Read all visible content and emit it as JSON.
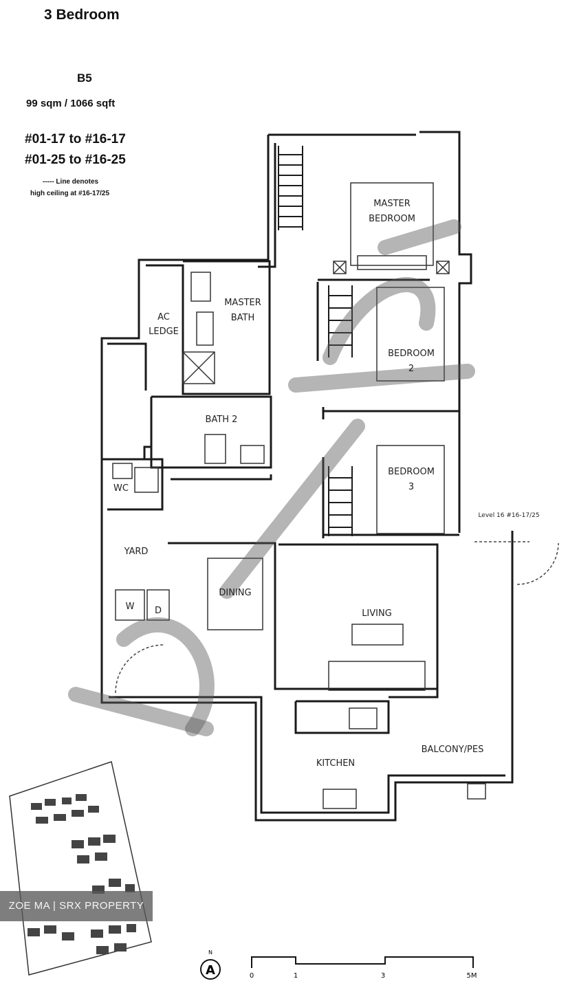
{
  "header": {
    "title": "3 Bedroom",
    "unit_type": "B5",
    "area": "99 sqm / 1066 sqft",
    "unit_ranges": [
      "#01-17 to #16-17",
      "#01-25 to #16-25"
    ],
    "note_line_1": "----- Line denotes",
    "note_line_2": "high ceiling at #16-17/25"
  },
  "rooms": {
    "master_bedroom": [
      "MASTER",
      "BEDROOM"
    ],
    "master_bath": [
      "MASTER",
      "BATH"
    ],
    "ac_ledge": [
      "AC",
      "LEDGE"
    ],
    "bedroom_2": [
      "BEDROOM",
      "2"
    ],
    "bath_2": "BATH 2",
    "bedroom_3": [
      "BEDROOM",
      "3"
    ],
    "wc": "WC",
    "yard": "YARD",
    "dining": "DINING",
    "living": "LIVING",
    "kitchen": "KITCHEN",
    "balcony": "BALCONY/PES",
    "storey_note": "Level 16 #16-17/25",
    "washer": "W",
    "dryer": "D"
  },
  "north_arrow": {
    "label": "N",
    "symbol": "A"
  },
  "scale_bar": {
    "ticks": [
      "0",
      "1",
      "3",
      "5M"
    ]
  },
  "watermark": "ZOE MA | SRX PROPERTY",
  "colors": {
    "wall": "#1a1a1a",
    "stamp": "rgba(90,90,90,0.45)",
    "watermark_bg": "#5a5a5a"
  }
}
